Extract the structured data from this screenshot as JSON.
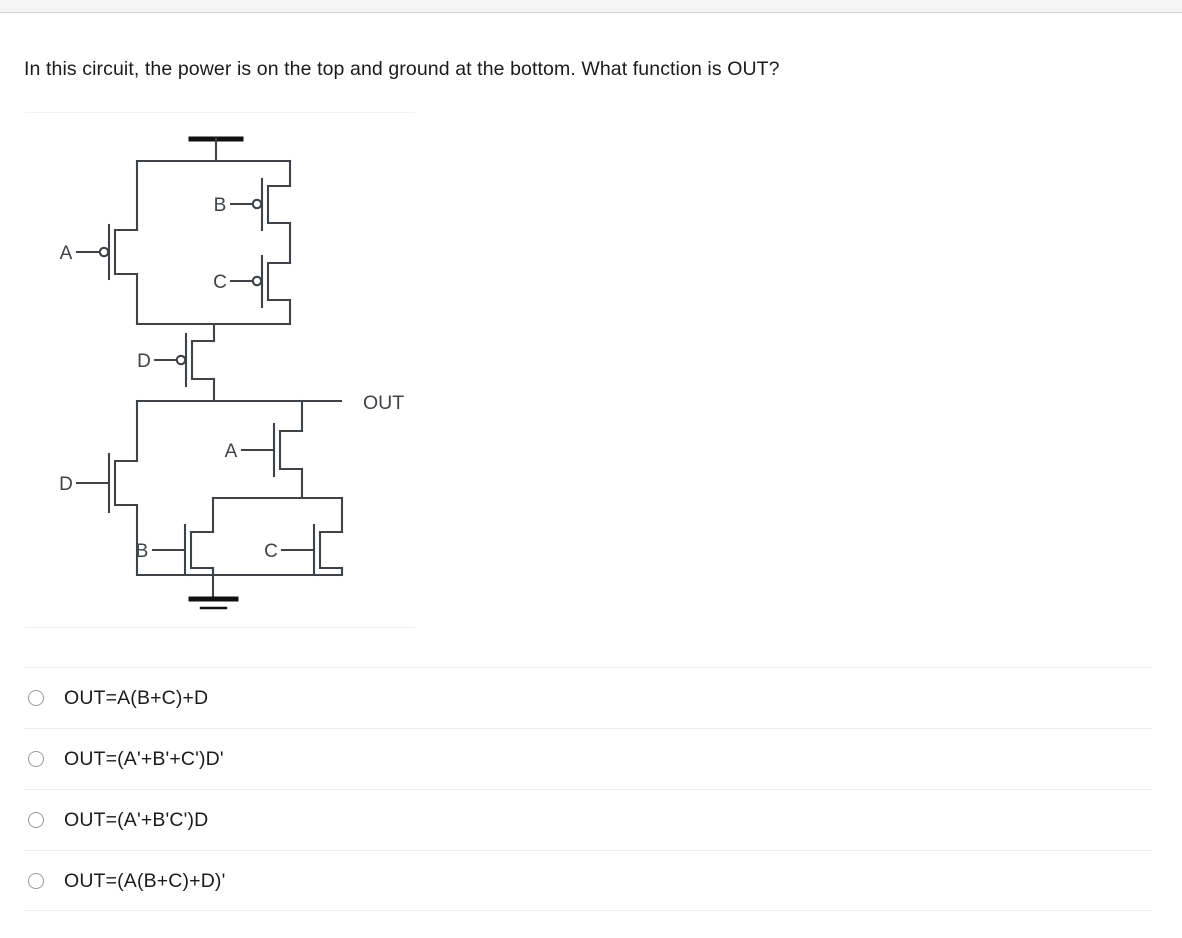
{
  "question": {
    "text": "In this circuit, the power is on the top and ground at the bottom. What function is OUT?"
  },
  "figure": {
    "name": "cmos-transistor-schematic",
    "out_label": "OUT",
    "pmos_network": {
      "description": "pull-up",
      "gate_labels": [
        "A",
        "B",
        "C",
        "D"
      ],
      "transistors": [
        {
          "id": "pmos-a",
          "label": "A",
          "type": "pmos"
        },
        {
          "id": "pmos-b",
          "label": "B",
          "type": "pmos"
        },
        {
          "id": "pmos-c",
          "label": "C",
          "type": "pmos"
        },
        {
          "id": "pmos-d",
          "label": "D",
          "type": "pmos"
        }
      ]
    },
    "nmos_network": {
      "description": "pull-down",
      "gate_labels": [
        "D",
        "A",
        "B",
        "C"
      ],
      "transistors": [
        {
          "id": "nmos-d",
          "label": "D",
          "type": "nmos"
        },
        {
          "id": "nmos-a",
          "label": "A",
          "type": "nmos"
        },
        {
          "id": "nmos-b",
          "label": "B",
          "type": "nmos"
        },
        {
          "id": "nmos-c",
          "label": "C",
          "type": "nmos"
        }
      ]
    },
    "rails": {
      "vdd": "power-rail-top",
      "gnd": "ground-symbol-bottom"
    },
    "colors": {
      "wire": "#3f4347",
      "rail": "#101010"
    }
  },
  "options": [
    {
      "id": "option-1",
      "label": "OUT=A(B+C)+D",
      "selected": false
    },
    {
      "id": "option-2",
      "label": "OUT=(A'+B'+C')D'",
      "selected": false
    },
    {
      "id": "option-3",
      "label": "OUT=(A'+B'C')D",
      "selected": false
    },
    {
      "id": "option-4",
      "label": "OUT=(A(B+C)+D)'",
      "selected": false
    }
  ]
}
